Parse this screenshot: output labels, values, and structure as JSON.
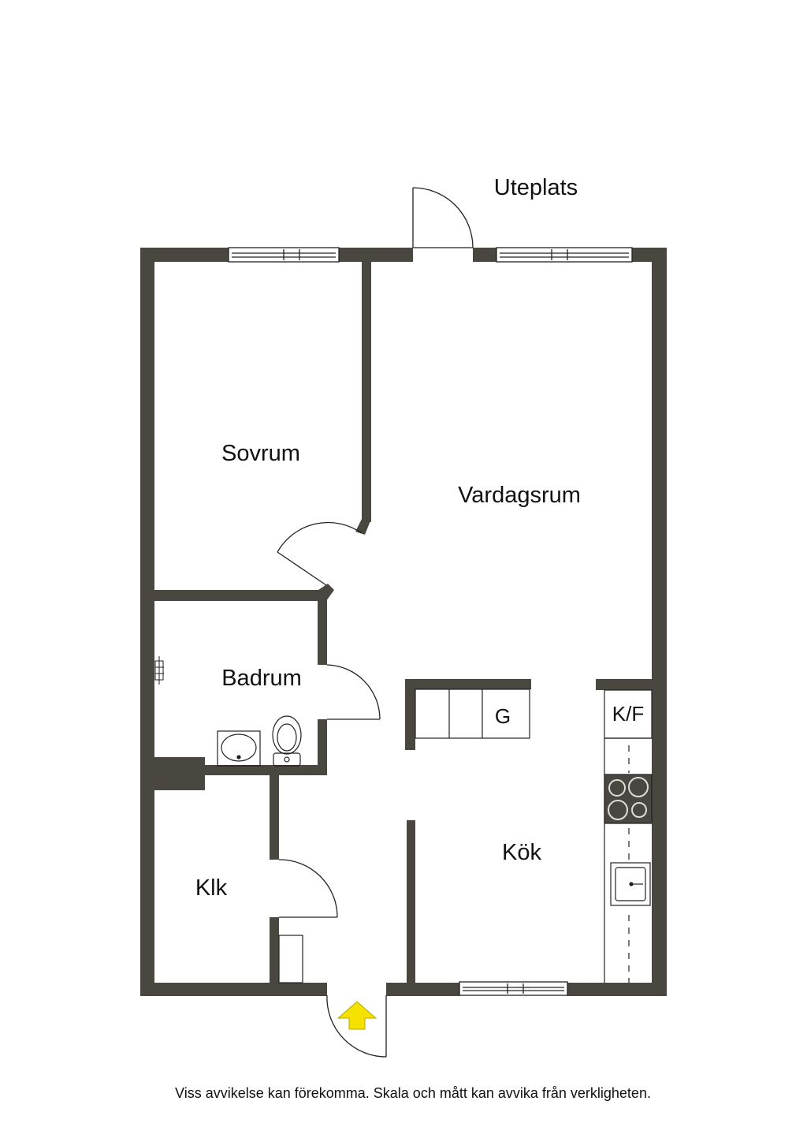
{
  "labels": {
    "uteplats": "Uteplats",
    "sovrum": "Sovrum",
    "vardagsrum": "Vardagsrum",
    "badrum": "Badrum",
    "garderob": "G",
    "kyl_frys": "K/F",
    "kok": "Kök",
    "klk": "Klk"
  },
  "disclaimer": "Viss avvikelse kan förekomma. Skala och mått kan avvika från verkligheten.",
  "colors": {
    "wall": "#4a4640",
    "line": "#222222",
    "entrance_arrow": "#f5e100",
    "background": "#ffffff"
  },
  "icons": {
    "entrance": "entrance-arrow-icon",
    "stove": "stove-icon",
    "sink": "kitchen-sink-icon",
    "toilet": "toilet-icon",
    "washbasin": "washbasin-icon"
  }
}
